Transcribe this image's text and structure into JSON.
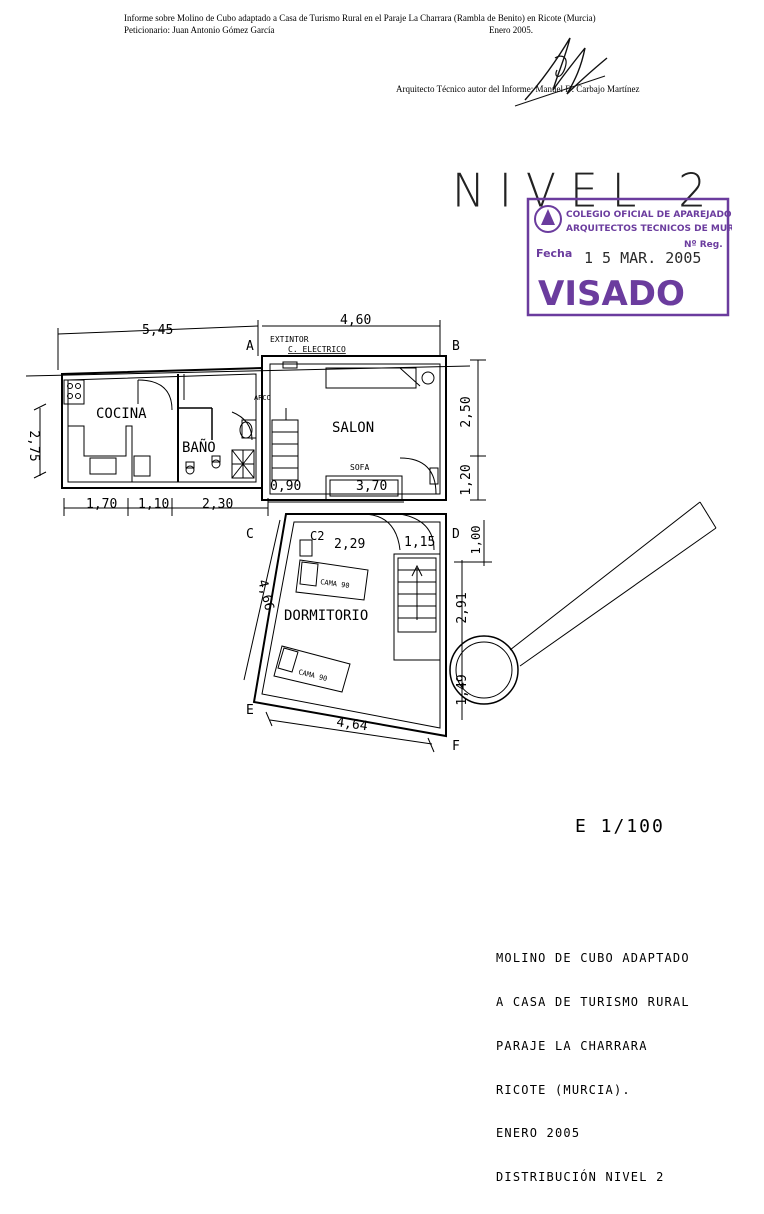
{
  "header": {
    "line1": "Informe sobre Molino de Cubo adaptado a Casa de Turismo Rural en el Paraje La Charrara (Rambla de Benito) en Ricote (Murcia)",
    "line2_left": "Peticionario: Juan Antonio Gómez García",
    "line2_right": "Enero 2005.",
    "author": "Arquitecto Técnico autor del Informe: Manuel D. Carbajo Martínez"
  },
  "level_title": "NIVEL 2",
  "stamp": {
    "line1": "COLEGIO OFICIAL DE APAREJADORES Y",
    "line2": "ARQUITECTOS TECNICOS DE MURCIA",
    "fecha_label": "Fecha",
    "date": "1 5 MAR. 2005",
    "reg_label": "Nº Reg.",
    "visado": "VISADO",
    "color": "#6b3c9e"
  },
  "plan": {
    "rooms": {
      "cocina": "COCINA",
      "bano": "BAÑO",
      "salon": "SALON",
      "dormitorio": "DORMITORIO"
    },
    "labels": {
      "extintor": "EXTINTOR",
      "electrico": "C. ELECTRICO",
      "arco": "ARCO",
      "sofa": "SOFA",
      "cama1": "CAMA 90",
      "cama2": "CAMA 90",
      "c2": "C2"
    },
    "points": {
      "a": "A",
      "b": "B",
      "c": "C",
      "d": "D",
      "e": "E",
      "f": "F"
    },
    "dims": {
      "top_left": "5,45",
      "top_right": "4,60",
      "left": "2,75",
      "b1": "1,70",
      "b2": "1,10",
      "b3": "2,30",
      "b4": "0,90",
      "b5": "3,70",
      "r1": "2,50",
      "r2": "1,20",
      "r3": "1,00",
      "r4": "2,91",
      "r5": "1,49",
      "d1": "2,29",
      "d2": "1,15",
      "dl": "4,66",
      "db": "4,64"
    }
  },
  "scale": "E 1/100",
  "title_block": {
    "l1": "MOLINO DE CUBO ADAPTADO",
    "l2": "A CASA DE TURISMO RURAL",
    "l3": "PARAJE LA CHARRARA",
    "l4": "RICOTE (MURCIA).",
    "l5": "ENERO 2005",
    "l6": "DISTRIBUCIÓN NIVEL 2"
  }
}
